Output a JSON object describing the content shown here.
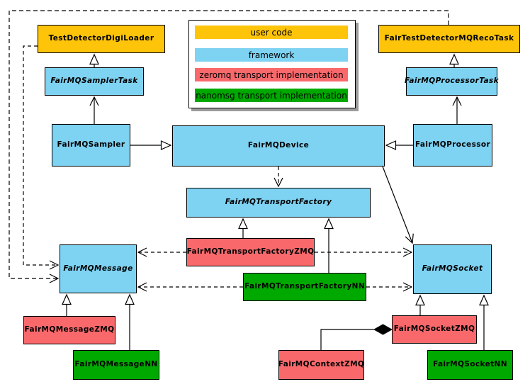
{
  "diagram": {
    "kind": "uml-class-diagram",
    "subject": "FairMQ framework transport architecture"
  },
  "colors": {
    "user_code": "#fdc40a",
    "framework": "#7ed2f2",
    "zeromq": "#f9696c",
    "nanomsg": "#00a900",
    "line": "#000000",
    "background": "#ffffff"
  },
  "legend": {
    "items": [
      {
        "label": "user code",
        "role": "user_code"
      },
      {
        "label": "framework",
        "role": "framework"
      },
      {
        "label": "zeromq transport implementation",
        "role": "zeromq"
      },
      {
        "label": "nanomsg transport implementation",
        "role": "nanomsg"
      }
    ]
  },
  "nodes": [
    {
      "label": "TestDetectorDigiLoader",
      "role": "user_code",
      "abstract": false
    },
    {
      "label": "FairTestDetectorMQRecoTask",
      "role": "user_code",
      "abstract": false
    },
    {
      "label": "FairMQSamplerTask",
      "role": "framework",
      "abstract": true
    },
    {
      "label": "FairMQProcessorTask",
      "role": "framework",
      "abstract": true
    },
    {
      "label": "FairMQSampler",
      "role": "framework",
      "abstract": false
    },
    {
      "label": "FairMQDevice",
      "role": "framework",
      "abstract": false
    },
    {
      "label": "FairMQProcessor",
      "role": "framework",
      "abstract": false
    },
    {
      "label": "FairMQTransportFactory",
      "role": "framework",
      "abstract": true
    },
    {
      "label": "FairMQTransportFactoryZMQ",
      "role": "zeromq",
      "abstract": false
    },
    {
      "label": "FairMQTransportFactoryNN",
      "role": "nanomsg",
      "abstract": false
    },
    {
      "label": "FairMQMessage",
      "role": "framework",
      "abstract": true
    },
    {
      "label": "FairMQSocket",
      "role": "framework",
      "abstract": true
    },
    {
      "label": "FairMQMessageZMQ",
      "role": "zeromq",
      "abstract": false
    },
    {
      "label": "FairMQMessageNN",
      "role": "nanomsg",
      "abstract": false
    },
    {
      "label": "FairMQContextZMQ",
      "role": "zeromq",
      "abstract": false
    },
    {
      "label": "FairMQSocketZMQ",
      "role": "zeromq",
      "abstract": false
    },
    {
      "label": "FairMQSocketNN",
      "role": "nanomsg",
      "abstract": false
    }
  ],
  "edges": [
    {
      "from": "FairMQSamplerTask",
      "to": "TestDetectorDigiLoader",
      "type": "generalization"
    },
    {
      "from": "FairMQSampler",
      "to": "FairMQSamplerTask",
      "type": "association"
    },
    {
      "from": "FairMQProcessorTask",
      "to": "FairTestDetectorMQRecoTask",
      "type": "generalization"
    },
    {
      "from": "FairMQProcessor",
      "to": "FairMQProcessorTask",
      "type": "association"
    },
    {
      "from": "FairMQSampler",
      "to": "FairMQDevice",
      "type": "generalization"
    },
    {
      "from": "FairMQProcessor",
      "to": "FairMQDevice",
      "type": "generalization"
    },
    {
      "from": "FairMQDevice",
      "to": "FairMQTransportFactory",
      "type": "dependency-dashed"
    },
    {
      "from": "FairMQDevice",
      "to": "FairMQSocket",
      "type": "association"
    },
    {
      "from": "FairMQTransportFactoryZMQ",
      "to": "FairMQTransportFactory",
      "type": "generalization"
    },
    {
      "from": "FairMQTransportFactoryNN",
      "to": "FairMQTransportFactory",
      "type": "generalization"
    },
    {
      "from": "FairMQTransportFactoryZMQ",
      "to": "FairMQMessage",
      "type": "dependency-dashed"
    },
    {
      "from": "FairMQTransportFactoryZMQ",
      "to": "FairMQSocket",
      "type": "dependency-dashed"
    },
    {
      "from": "FairMQTransportFactoryNN",
      "to": "FairMQMessage",
      "type": "dependency-dashed"
    },
    {
      "from": "FairMQTransportFactoryNN",
      "to": "FairMQSocket",
      "type": "dependency-dashed"
    },
    {
      "from": "TestDetectorDigiLoader",
      "to": "FairMQMessage",
      "type": "dependency-dashed"
    },
    {
      "from": "FairTestDetectorMQRecoTask",
      "to": "FairMQMessage",
      "type": "dependency-dashed"
    },
    {
      "from": "FairMQMessageZMQ",
      "to": "FairMQMessage",
      "type": "generalization"
    },
    {
      "from": "FairMQMessageNN",
      "to": "FairMQMessage",
      "type": "generalization"
    },
    {
      "from": "FairMQSocketZMQ",
      "to": "FairMQSocket",
      "type": "generalization"
    },
    {
      "from": "FairMQSocketNN",
      "to": "FairMQSocket",
      "type": "generalization"
    },
    {
      "from": "FairMQContextZMQ",
      "to": "FairMQSocketZMQ",
      "type": "composition"
    }
  ]
}
